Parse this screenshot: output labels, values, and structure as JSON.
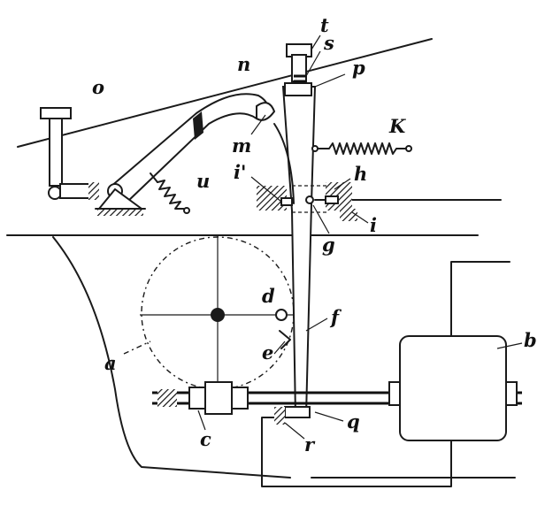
{
  "labels": {
    "t": "t",
    "s": "s",
    "p": "p",
    "n": "n",
    "o": "o",
    "m": "m",
    "K": "K",
    "i_prime": "i'",
    "h": "h",
    "i": "i",
    "g": "g",
    "u": "u",
    "d": "d",
    "f": "f",
    "b": "b",
    "a": "a",
    "e": "e",
    "c": "c",
    "q": "q",
    "r": "r"
  }
}
